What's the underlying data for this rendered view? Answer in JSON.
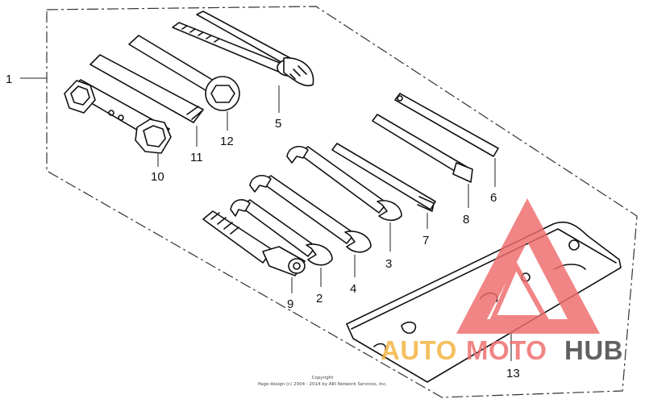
{
  "callouts": {
    "c1": "1",
    "c2": "2",
    "c3": "3",
    "c4": "4",
    "c5": "5",
    "c6": "6",
    "c7": "7",
    "c8": "8",
    "c9": "9",
    "c10": "10",
    "c11": "11",
    "c12": "12",
    "c13": "13"
  },
  "copyright": {
    "line1": "Copyright",
    "line2": "Page design (c) 2004 - 2014 by ARI Network Services, Inc."
  },
  "watermark": {
    "part1": "AUTO",
    "part2": "MOTO",
    "part3": "HUB",
    "color_orange": "#f2b33c",
    "color_red": "#ef6b6b",
    "color_dark": "#3f3f3f"
  }
}
